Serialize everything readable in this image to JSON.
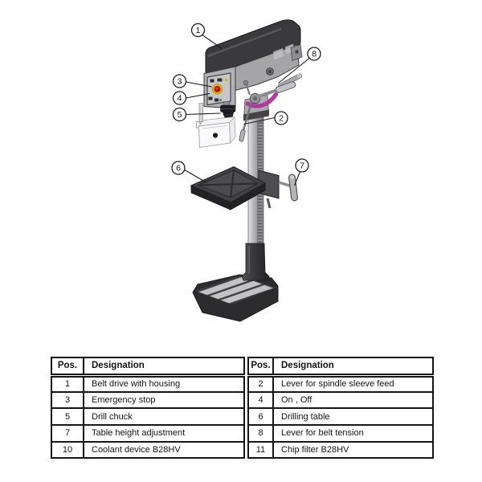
{
  "figure": {
    "callouts": [
      {
        "label": "1"
      },
      {
        "label": "2"
      },
      {
        "label": "3"
      },
      {
        "label": "4"
      },
      {
        "label": "5"
      },
      {
        "label": "6"
      },
      {
        "label": "7"
      },
      {
        "label": "8"
      }
    ],
    "accent_colors": {
      "emergency_stop_red": "#c21300",
      "emergency_ring_yellow": "#ddbf00",
      "handle_magenta": "#b139a0"
    }
  },
  "parts_table": {
    "left": {
      "headers": [
        "Pos.",
        "Designation"
      ],
      "rows": [
        [
          "1",
          "Belt drive with housing"
        ],
        [
          "3",
          "Emergency stop"
        ],
        [
          "5",
          "Drill chuck"
        ],
        [
          "7",
          "Table height adjustment"
        ],
        [
          "10",
          "Coolant device B28HV"
        ]
      ]
    },
    "right": {
      "headers": [
        "Pos.",
        "Designation"
      ],
      "rows": [
        [
          "2",
          "Lever for spindle sleeve feed"
        ],
        [
          "4",
          "On , Off"
        ],
        [
          "6",
          "Drilling table"
        ],
        [
          "8",
          "Lever for belt tension"
        ],
        [
          "11",
          "Chip filter B28HV"
        ]
      ]
    }
  }
}
